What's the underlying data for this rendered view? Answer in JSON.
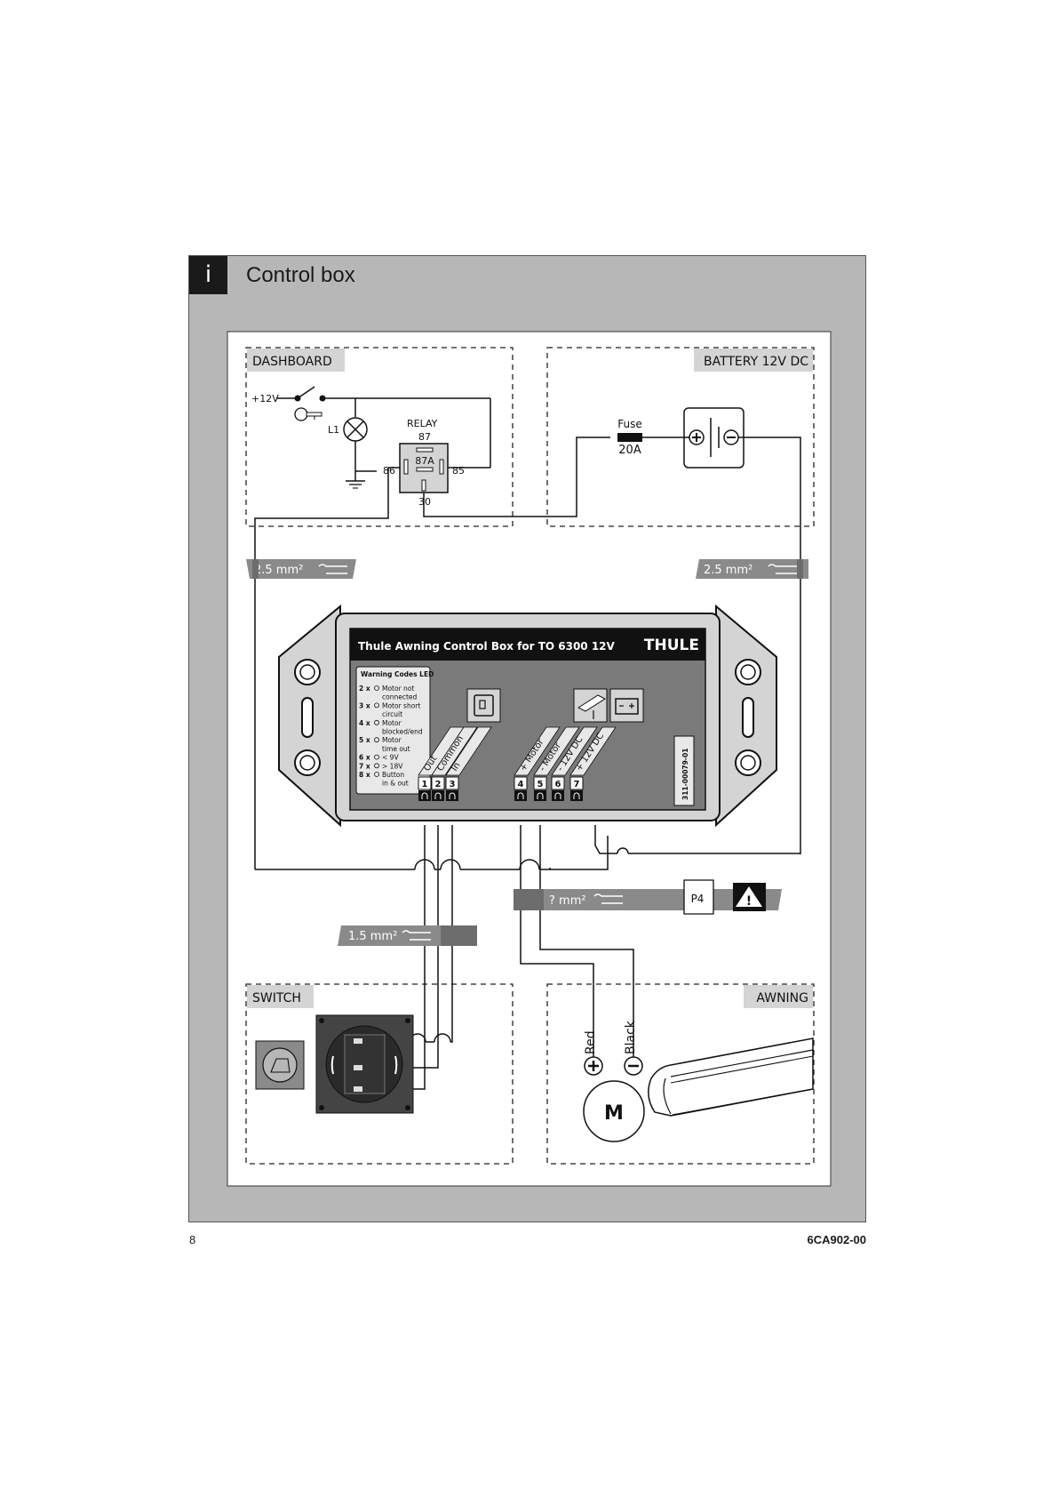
{
  "header": {
    "badge": "i",
    "title": "Control box"
  },
  "sections": {
    "dashboard": "DASHBOARD",
    "battery": "BATTERY 12V DC",
    "switch": "SWITCH",
    "awning": "AWNING"
  },
  "dashboard": {
    "supply": "+12V",
    "lamp": "L1",
    "relay_label": "RELAY",
    "pins": {
      "p87": "87",
      "p87a": "87A",
      "p86": "86",
      "p85": "85",
      "p30": "30"
    }
  },
  "battery": {
    "fuse_label": "Fuse",
    "fuse_value": "20A"
  },
  "wire_sizes": {
    "left_supply": "2.5 mm²",
    "right_supply": "2.5 mm²",
    "switch_cable": "1.5 mm²",
    "motor_cable": "? mm²"
  },
  "motor_note": "P4",
  "control_box": {
    "title": "Thule Awning Control Box for TO 6300 12V",
    "brand": "THULE",
    "serial": "311-00079-01",
    "warning_title": "Warning Codes LED",
    "warning_codes": [
      {
        "count": "2 x",
        "l1": "Motor not",
        "l2": "connected"
      },
      {
        "count": "3 x",
        "l1": "Motor short",
        "l2": "circuit"
      },
      {
        "count": "4 x",
        "l1": "Motor",
        "l2": "blocked/end"
      },
      {
        "count": "5 x",
        "l1": "Motor",
        "l2": "time out"
      },
      {
        "count": "6 x",
        "l1": "< 9V",
        "l2": ""
      },
      {
        "count": "7 x",
        "l1": "> 18V",
        "l2": ""
      },
      {
        "count": "8 x",
        "l1": "Button",
        "l2": "in & out"
      }
    ],
    "terminals": [
      {
        "num": "1",
        "label": "Out"
      },
      {
        "num": "2",
        "label": "Common"
      },
      {
        "num": "3",
        "label": "In"
      },
      {
        "num": "4",
        "label": "+ Motor"
      },
      {
        "num": "5",
        "label": "- Motor"
      },
      {
        "num": "6",
        "label": "- 12V DC"
      },
      {
        "num": "7",
        "label": "+ 12V DC"
      }
    ]
  },
  "awning": {
    "red": "Red",
    "black": "Black",
    "motor": "M"
  },
  "footer": {
    "page": "8",
    "code": "6CA902-00"
  }
}
